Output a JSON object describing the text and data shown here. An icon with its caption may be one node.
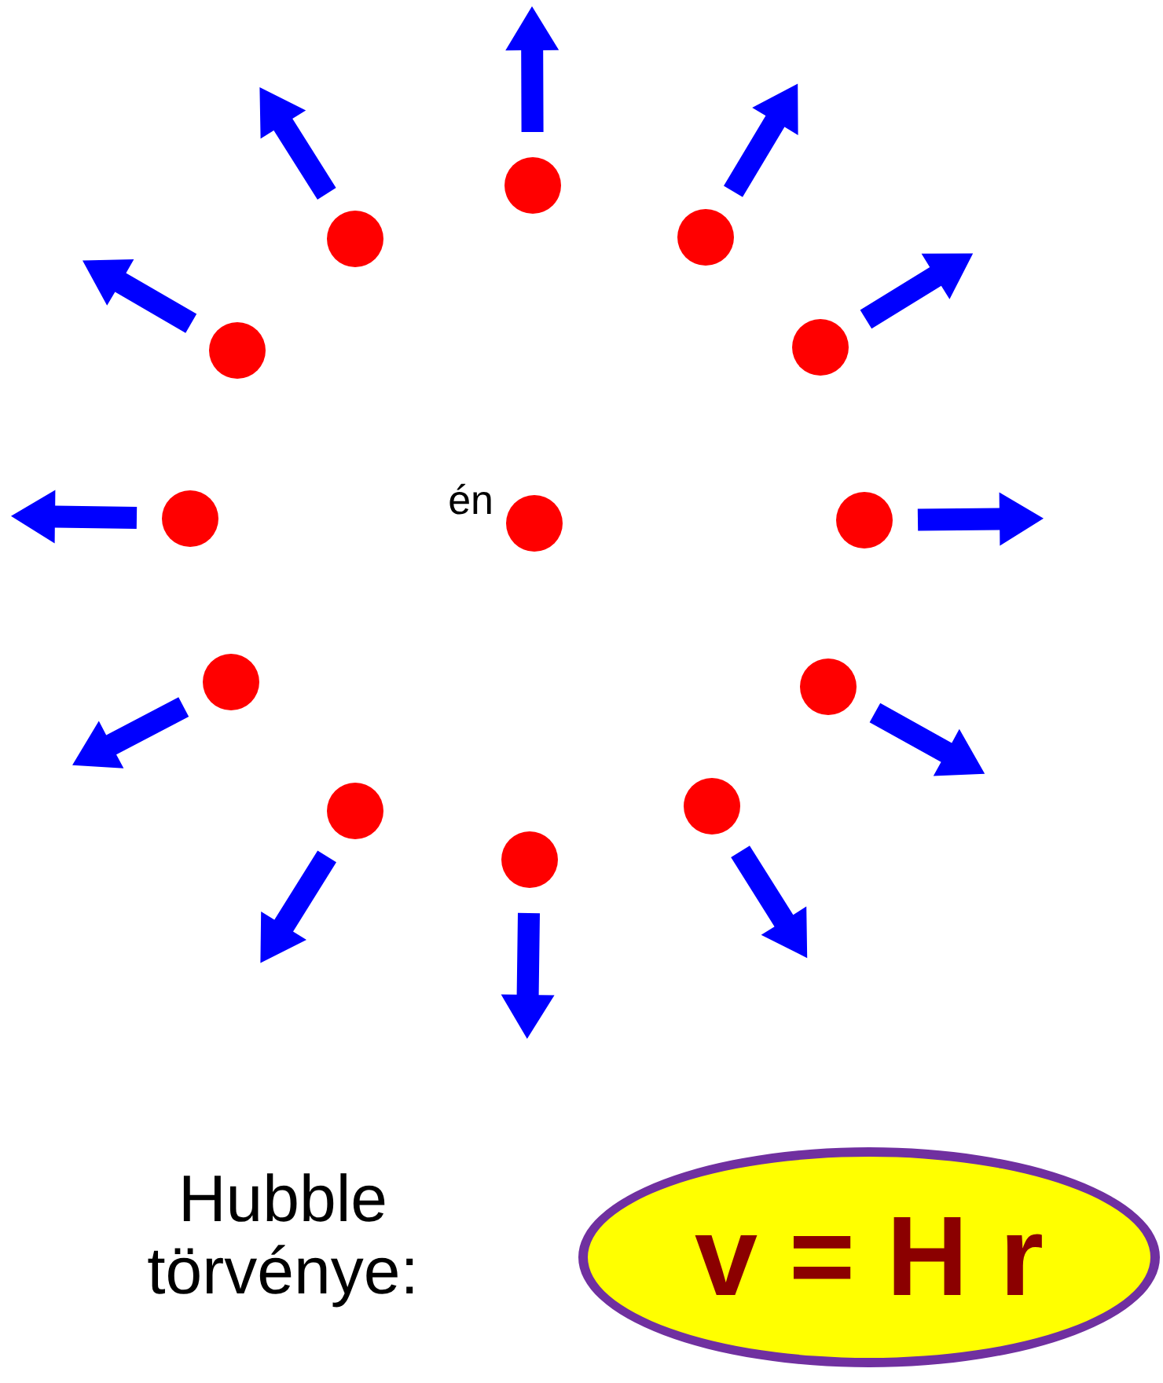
{
  "diagram": {
    "nodes": [
      {
        "text": [],
        "shape": "circle",
        "beside": [
          "én"
        ]
      },
      {
        "text": [],
        "shape": "circle"
      },
      {
        "text": [],
        "shape": "circle"
      },
      {
        "text": [],
        "shape": "circle"
      },
      {
        "text": [],
        "shape": "circle"
      },
      {
        "text": [],
        "shape": "circle"
      },
      {
        "text": [],
        "shape": "circle"
      },
      {
        "text": [],
        "shape": "circle"
      },
      {
        "text": [],
        "shape": "circle"
      },
      {
        "text": [],
        "shape": "circle"
      },
      {
        "text": [],
        "shape": "circle"
      },
      {
        "text": [],
        "shape": "circle"
      },
      {
        "text": [],
        "shape": "circle"
      },
      {
        "text": [
          "v = H r"
        ]
      }
    ],
    "labels": [
      "Hubble törvénye:"
    ]
  }
}
